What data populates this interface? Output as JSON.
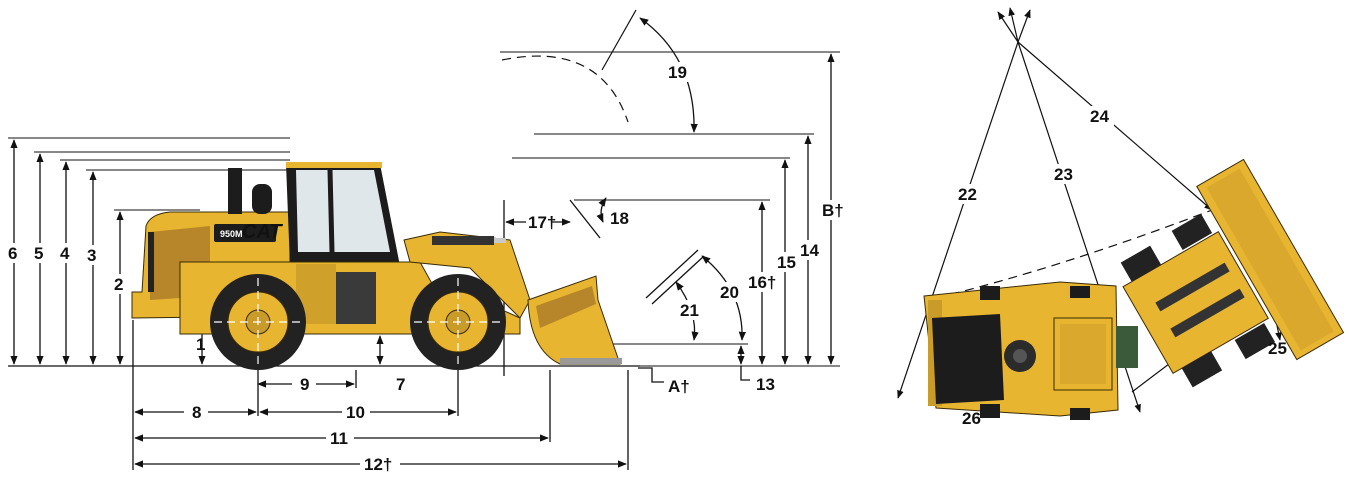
{
  "diagram": {
    "side_view": {
      "model_badge": "950M",
      "brand_logo": "CAT",
      "labels": {
        "d1": "1",
        "d2": "2",
        "d3": "3",
        "d4": "4",
        "d5": "5",
        "d6": "6",
        "d7": "7",
        "d8": "8",
        "d9": "9",
        "d10": "10",
        "d11": "11",
        "d12": "12†",
        "d13": "13",
        "d14": "14",
        "d15": "15",
        "d16": "16†",
        "d17": "17†",
        "d18": "18",
        "d19": "19",
        "d20": "20",
        "d21": "21",
        "dA": "A†",
        "dB": "B†"
      }
    },
    "top_view": {
      "labels": {
        "d22": "22",
        "d23": "23",
        "d24": "24",
        "d25": "25",
        "d26": "26"
      }
    }
  },
  "colors": {
    "machine_yellow": "#e8b530",
    "machine_dark": "#1c1c1c",
    "tire": "#222222",
    "line": "#111111"
  }
}
